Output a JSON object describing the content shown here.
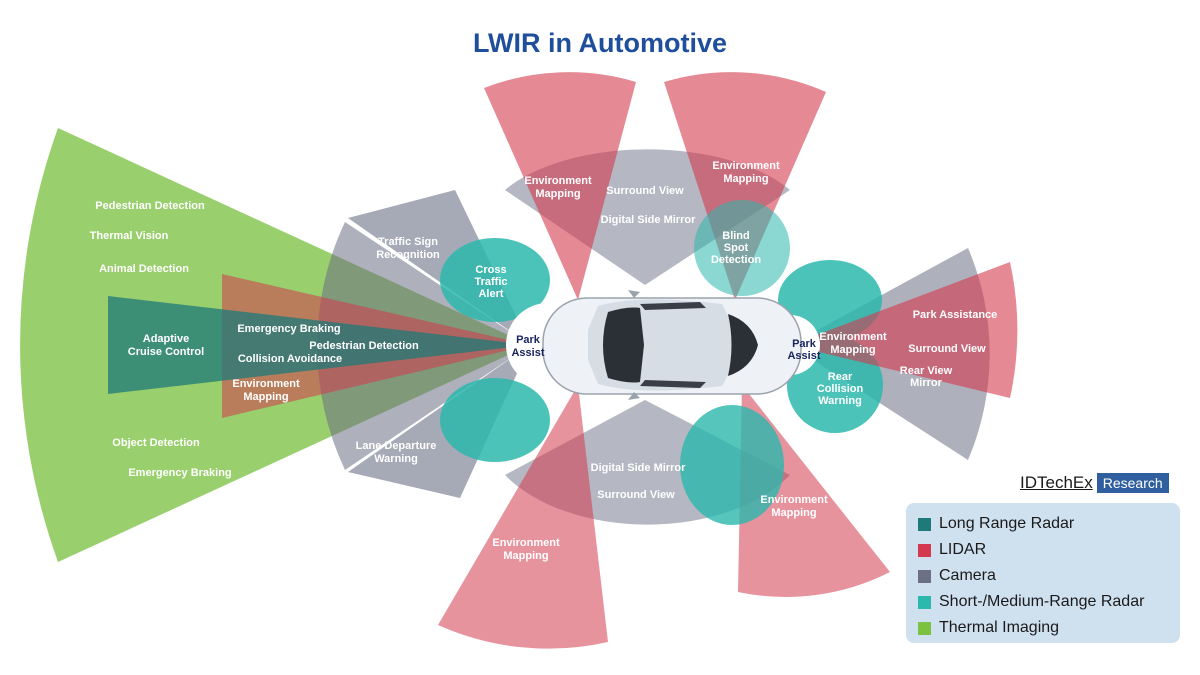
{
  "title": "LWIR in Automotive",
  "brand": {
    "name": "IDTechEx",
    "tag": "Research"
  },
  "legend": [
    {
      "label": "Long Range Radar",
      "color": "#1e7a78"
    },
    {
      "label": "LIDAR",
      "color": "#d33a4f"
    },
    {
      "label": "Camera",
      "color": "#6b7085"
    },
    {
      "label": "Short-/Medium-Range Radar",
      "color": "#2cb8ad"
    },
    {
      "label": "Thermal Imaging",
      "color": "#7cc242"
    }
  ],
  "labels": {
    "thermal": {
      "pedestrian_detection": "Pedestrian Detection",
      "thermal_vision": "Thermal Vision",
      "animal_detection": "Animal Detection",
      "object_detection": "Object Detection",
      "emergency_braking": "Emergency Braking"
    },
    "long_range": {
      "adaptive_1": "Adaptive",
      "adaptive_2": "Cruise Control"
    },
    "front_lidar": {
      "emergency_braking": "Emergency Braking",
      "pedestrian_detection": "Pedestrian Detection",
      "collision_avoidance": "Collision Avoidance",
      "env_1": "Environment",
      "env_2": "Mapping"
    },
    "traffic_sign_1": "Traffic Sign",
    "traffic_sign_2": "Recognition",
    "cross_traffic_1": "Cross",
    "cross_traffic_2": "Traffic",
    "cross_traffic_3": "Alert",
    "lane_departure_1": "Lane Departure",
    "lane_departure_2": "Warning",
    "front_park_1": "Park",
    "front_park_2": "Assist",
    "top": {
      "env_left_1": "Environment",
      "env_left_2": "Mapping",
      "surround_view": "Surround View",
      "digital_side_mirror": "Digital Side Mirror",
      "env_right_1": "Environment",
      "env_right_2": "Mapping",
      "blind_1": "Blind",
      "blind_2": "Spot",
      "blind_3": "Detection"
    },
    "bottom": {
      "digital_side_mirror": "Digital Side Mirror",
      "surround_view": "Surround View",
      "env_left_1": "Environment",
      "env_left_2": "Mapping",
      "env_right_1": "Environment",
      "env_right_2": "Mapping"
    },
    "rear": {
      "park_1": "Park",
      "park_2": "Assist",
      "env_1": "Environment",
      "env_2": "Mapping",
      "park_assistance": "Park Assistance",
      "surround_view": "Surround View",
      "rear_view_1": "Rear View",
      "rear_view_2": "Mirror",
      "rear_collision_1": "Rear",
      "rear_collision_2": "Collision",
      "rear_collision_3": "Warning"
    }
  }
}
